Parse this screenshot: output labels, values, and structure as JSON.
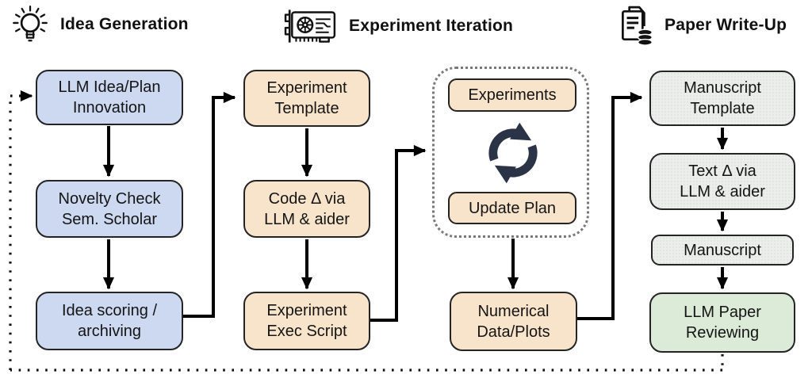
{
  "headers": [
    {
      "label": "Idea Generation",
      "icon": "lightbulb-icon"
    },
    {
      "label": "Experiment Iteration",
      "icon": "gpu-card-icon"
    },
    {
      "label": "Paper Write-Up",
      "icon": "documents-database-icon"
    }
  ],
  "boxes": {
    "llm_idea_plan": "LLM Idea/Plan\nInnovation",
    "novelty_check": "Novelty Check\nSem. Scholar",
    "idea_scoring": "Idea scoring /\narchiving",
    "experiment_template": "Experiment\nTemplate",
    "code_delta": "Code Δ via\nLLM & aider",
    "experiment_exec": "Experiment\nExec Script",
    "experiments": "Experiments",
    "update_plan": "Update Plan",
    "numerical_data": "Numerical\nData/Plots",
    "manuscript_template": "Manuscript\nTemplate",
    "text_delta": "Text Δ via\nLLM & aider",
    "manuscript": "Manuscript",
    "llm_paper_reviewing": "LLM Paper\nReviewing"
  },
  "icons": {
    "loop": "refresh-loop-icon"
  },
  "colors": {
    "idea_box_fill": "#ccd9f0",
    "experiment_box_fill": "#f8e4cb",
    "writeup_box_fill": "#eceeec",
    "review_box_fill": "#dcead8",
    "box_border": "#242424",
    "arrow": "#000000",
    "loop_icon": "#2b3347",
    "dotted_container_border": "#787878",
    "feedback_loop": "#111111"
  }
}
